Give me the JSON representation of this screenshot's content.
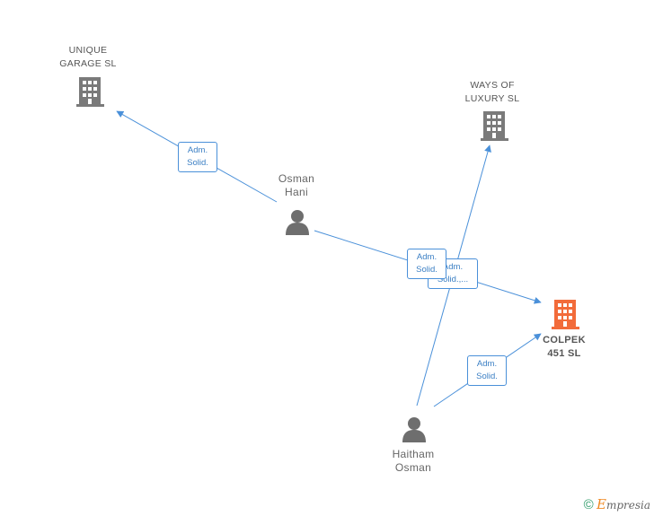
{
  "nodes": {
    "unique_garage": {
      "label": "UNIQUE\nGARAGE  SL",
      "type": "company"
    },
    "ways_of_luxury": {
      "label": "WAYS OF\nLUXURY  SL",
      "type": "company"
    },
    "colpek": {
      "label": "COLPEK\n451  SL",
      "type": "company-highlight"
    },
    "osman_hani": {
      "label": "Osman\nHani",
      "type": "person"
    },
    "haitham_osman": {
      "label": "Haitham\nOsman",
      "type": "person"
    }
  },
  "edges": {
    "osman_to_unique": {
      "label": "Adm.\nSolid."
    },
    "osman_to_colpek": {
      "label": "Adm.\nSolid."
    },
    "haitham_to_ways": {
      "label": "Adm.\nSolid.,..."
    },
    "haitham_to_colpek": {
      "label": "Adm.\nSolid."
    }
  },
  "colors": {
    "edge": "#4a90d9",
    "company_icon": "#7a7a7a",
    "highlight_icon": "#f26b3a",
    "person_icon": "#6e6e6e"
  },
  "icons": {
    "company": "building-icon",
    "person": "person-icon"
  },
  "watermark": {
    "symbol": "©",
    "brand_first": "E",
    "brand_rest": "mpresia"
  }
}
